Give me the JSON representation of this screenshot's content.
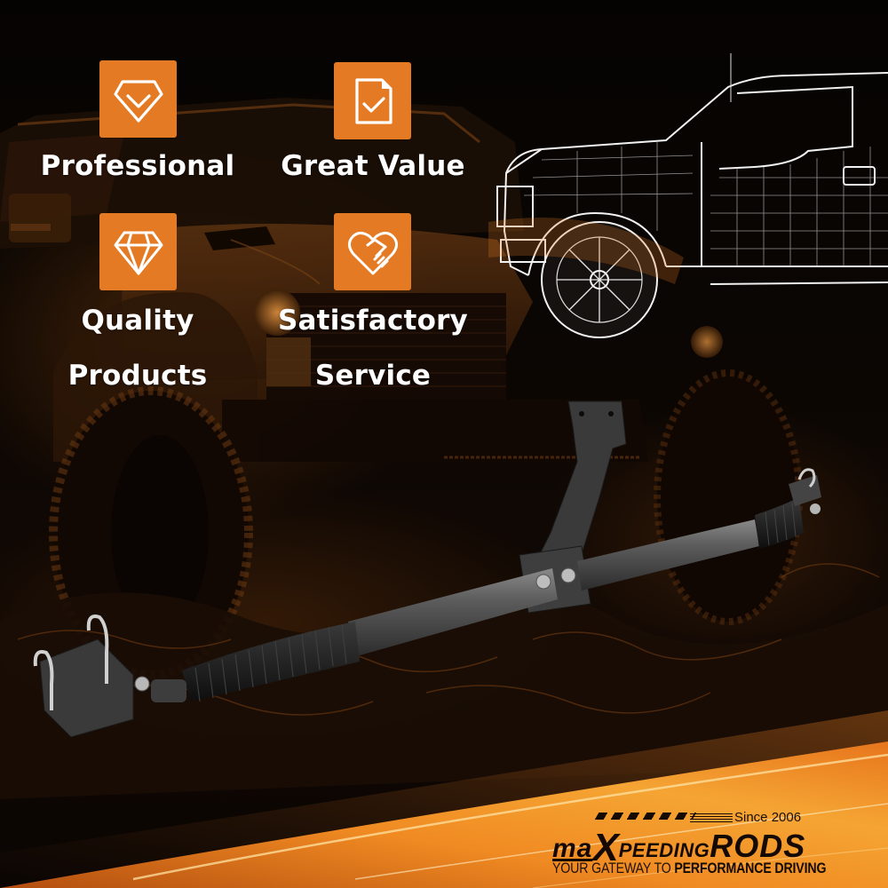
{
  "features": [
    {
      "id": "professional",
      "icon": "diamond-check-icon",
      "label_lines": [
        "Professional"
      ]
    },
    {
      "id": "great-value",
      "icon": "document-check-icon",
      "label_lines": [
        "Great Value"
      ]
    },
    {
      "id": "quality-products",
      "icon": "gem-icon",
      "label_lines": [
        "Quality",
        "Products"
      ]
    },
    {
      "id": "satisfactory-service",
      "icon": "heart-handshake-icon",
      "label_lines": [
        "Satisfactory",
        "Service"
      ]
    }
  ],
  "brand": {
    "since": "Since 2006",
    "name_parts": {
      "ma": "ma",
      "x": "X",
      "peeding": "PEEDING",
      "rods": "RODS"
    },
    "tagline_light": "YOUR GATEWAY TO ",
    "tagline_bold": "PERFORMANCE DRIVING"
  },
  "colors": {
    "accent_orange": "#e47b24",
    "background": "#050302",
    "text_white": "#ffffff",
    "brand_dark": "#140a03"
  }
}
